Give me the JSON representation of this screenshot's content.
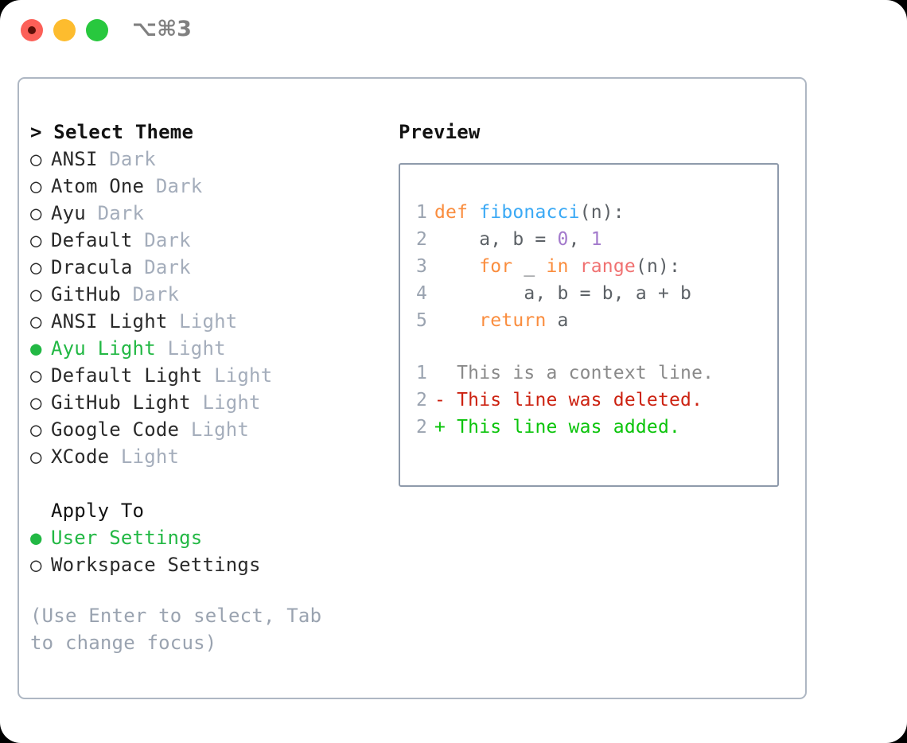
{
  "titlebar": {
    "shortcut": "⌥⌘3",
    "lights": [
      "close-red",
      "minimize-yellow",
      "maximize-green"
    ]
  },
  "theme_panel": {
    "header": "> Select Theme",
    "items": [
      {
        "marker": "○",
        "label": "ANSI",
        "variant": "Dark",
        "selected": false
      },
      {
        "marker": "○",
        "label": "Atom One",
        "variant": "Dark",
        "selected": false
      },
      {
        "marker": "○",
        "label": "Ayu",
        "variant": "Dark",
        "selected": false
      },
      {
        "marker": "○",
        "label": "Default",
        "variant": "Dark",
        "selected": false
      },
      {
        "marker": "○",
        "label": "Dracula",
        "variant": "Dark",
        "selected": false
      },
      {
        "marker": "○",
        "label": "GitHub",
        "variant": "Dark",
        "selected": false
      },
      {
        "marker": "○",
        "label": "ANSI Light",
        "variant": "Light",
        "selected": false
      },
      {
        "marker": "●",
        "label": "Ayu Light",
        "variant": "Light",
        "selected": true
      },
      {
        "marker": "○",
        "label": "Default Light",
        "variant": "Light",
        "selected": false
      },
      {
        "marker": "○",
        "label": "GitHub Light",
        "variant": "Light",
        "selected": false
      },
      {
        "marker": "○",
        "label": "Google Code",
        "variant": "Light",
        "selected": false
      },
      {
        "marker": "○",
        "label": "XCode",
        "variant": "Light",
        "selected": false
      }
    ]
  },
  "apply_to": {
    "header": "Apply To",
    "items": [
      {
        "marker": "●",
        "label": "User Settings",
        "selected": true
      },
      {
        "marker": "○",
        "label": "Workspace Settings",
        "selected": false
      }
    ]
  },
  "hint": "(Use Enter to select, Tab to change focus)",
  "preview": {
    "title": "Preview",
    "code_lines": [
      {
        "num": "1",
        "tokens": [
          {
            "t": "def",
            "c": "kw"
          },
          {
            "t": " ",
            "c": "plain"
          },
          {
            "t": "fibonacci",
            "c": "fn"
          },
          {
            "t": "(n):",
            "c": "plain"
          }
        ]
      },
      {
        "num": "2",
        "tokens": [
          {
            "t": "    a, b = ",
            "c": "plain"
          },
          {
            "t": "0",
            "c": "num"
          },
          {
            "t": ", ",
            "c": "plain"
          },
          {
            "t": "1",
            "c": "num"
          }
        ]
      },
      {
        "num": "3",
        "tokens": [
          {
            "t": "    ",
            "c": "plain"
          },
          {
            "t": "for",
            "c": "kw"
          },
          {
            "t": " _ ",
            "c": "plain"
          },
          {
            "t": "in",
            "c": "kw"
          },
          {
            "t": " ",
            "c": "plain"
          },
          {
            "t": "range",
            "c": "call"
          },
          {
            "t": "(n):",
            "c": "plain"
          }
        ]
      },
      {
        "num": "4",
        "tokens": [
          {
            "t": "        a, b = b, a + b",
            "c": "plain"
          }
        ]
      },
      {
        "num": "5",
        "tokens": [
          {
            "t": "    ",
            "c": "plain"
          },
          {
            "t": "return",
            "c": "kw"
          },
          {
            "t": " a",
            "c": "plain"
          }
        ]
      }
    ],
    "diff_lines": [
      {
        "num": "1",
        "sign": " ",
        "text": " This is a context line.",
        "kind": "ctx"
      },
      {
        "num": "2",
        "sign": "-",
        "text": " This line was deleted.",
        "kind": "del"
      },
      {
        "num": "2",
        "sign": "+",
        "text": " This line was added.",
        "kind": "add"
      }
    ]
  },
  "colors": {
    "accent_green": "#22b844",
    "muted": "#a4adbb",
    "border": "#aeb7c3",
    "preview_border": "#8e9aab",
    "kw_orange": "#fa8d3e",
    "fn_blue": "#3aa9f5",
    "num_purple": "#a37acc",
    "call_red": "#f07171",
    "diff_del": "#cc2211",
    "diff_add": "#0bc40b"
  }
}
